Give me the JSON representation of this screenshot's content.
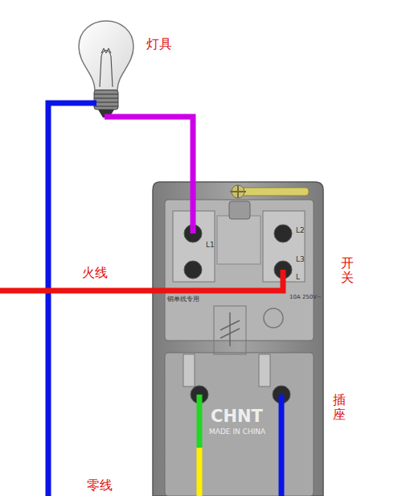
{
  "diagram": {
    "labels": [
      "灯具",
      "火线",
      "开关",
      "插座",
      "零线",
      "L1",
      "L2",
      "L3",
      "L",
      "10A 250V~",
      "铜单线专用",
      "CHNT",
      "MADE IN CHINA"
    ]
  }
}
